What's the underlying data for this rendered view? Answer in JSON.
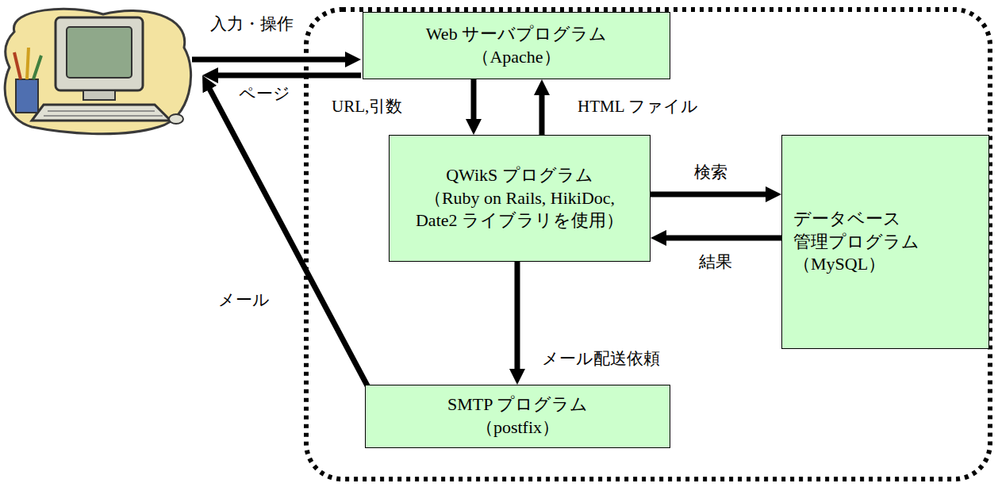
{
  "diagram": {
    "nodes": [
      {
        "text": [
          "Web サーバプログラム",
          "（Apache）"
        ]
      },
      {
        "text": [
          "QWikS プログラム",
          "（Ruby on Rails, HikiDoc, Date2 ライブラリを使用）"
        ]
      },
      {
        "text": [
          "データベース 管理プログラム",
          "（MySQL）"
        ]
      },
      {
        "text": [
          "SMTP プログラム",
          "（postfix）"
        ]
      }
    ],
    "edges": [
      {
        "from": 0,
        "to": 1,
        "label": "URL,引数",
        "arrow": "to"
      },
      {
        "from": 1,
        "to": 0,
        "label": "HTML ファイル",
        "arrow": "to"
      },
      {
        "from": 1,
        "to": 2,
        "label": "検索",
        "arrow": "to"
      },
      {
        "from": 2,
        "to": 1,
        "label": "結果",
        "arrow": "to"
      },
      {
        "from": 1,
        "to": 3,
        "label": "メール配送依頼",
        "arrow": "to"
      }
    ],
    "labels": [
      "入力・操作",
      "ページ",
      "メール"
    ]
  }
}
